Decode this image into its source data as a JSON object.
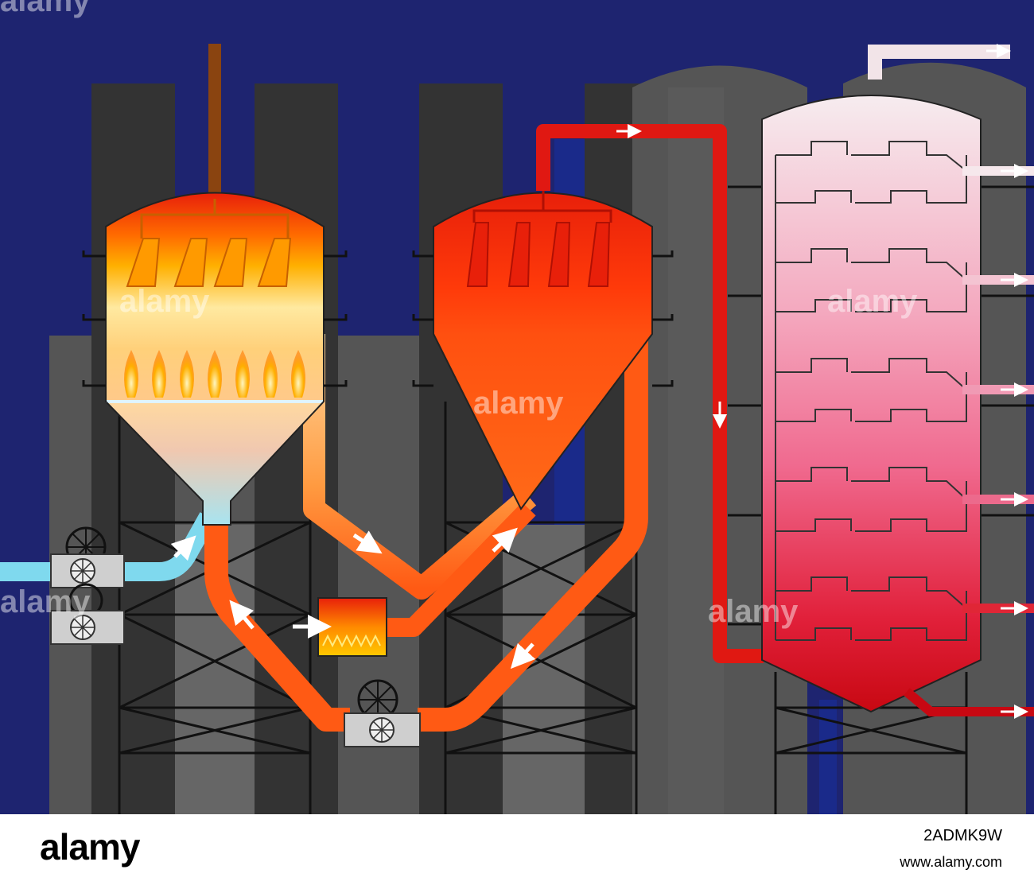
{
  "watermark": {
    "text": "alamy",
    "image_id": "2ADMK9W",
    "site": "www.alamy.com"
  },
  "colors": {
    "sky": "#1e2470",
    "tower_dark": "#333333",
    "tower_mid": "#555555",
    "tower_light": "#666666",
    "fire_red": "#e8200a",
    "fire_orange": "#ff8a00",
    "catalyst_orange": "#ff5a14",
    "column_top": "#f5e4e8",
    "column_bottom": "#d10a14",
    "vapor_pipe": "#e01812",
    "air_pipe": "#7fd9ee",
    "feed_pipe": "#777777",
    "arrow": "#ffffff"
  },
  "icons": [
    "fan-icon",
    "flow-arrow-icon",
    "flame-icon"
  ]
}
